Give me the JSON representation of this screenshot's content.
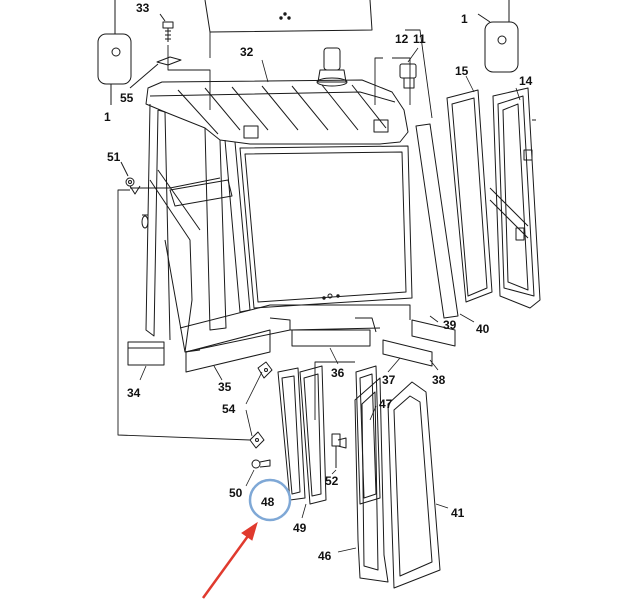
{
  "diagram": {
    "labels": {
      "p1_left": "1",
      "p1_right": "1",
      "p11": "11",
      "p12": "12",
      "p14": "14",
      "p15": "15",
      "p32": "32",
      "p33": "33",
      "p34": "34",
      "p35": "35",
      "p36": "36",
      "p37": "37",
      "p38": "38",
      "p39": "39",
      "p40": "40",
      "p41": "41",
      "p46": "46",
      "p47": "47",
      "p48": "48",
      "p49": "49",
      "p50": "50",
      "p51": "51",
      "p52": "52",
      "p54": "54",
      "p55": "55"
    },
    "highlight": {
      "part": "48",
      "circle_color": "#7fa8d6",
      "arrow_color": "#e03a2e"
    },
    "line_color": "#1a1a1a"
  }
}
